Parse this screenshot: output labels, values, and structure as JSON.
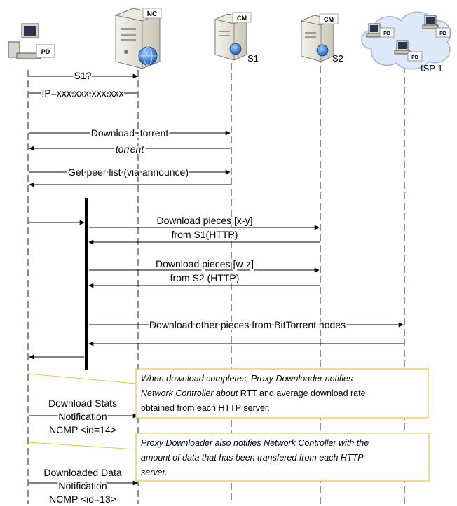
{
  "nodes": {
    "pd": {
      "label": "PD",
      "icon": "proxy-downloader-computer-icon"
    },
    "nc": {
      "label": "NC",
      "icon": "network-controller-server-icon"
    },
    "s1": {
      "label": "S1",
      "badge": "CM",
      "icon": "cache-server-icon"
    },
    "s2": {
      "label": "S2",
      "badge": "CM",
      "icon": "cache-server-icon"
    },
    "isp": {
      "label": "ISP 1",
      "peer_badge": "PD",
      "icon": "isp-cloud-icon"
    }
  },
  "messages": {
    "s1_query": "S1?",
    "ip_reply": "IP=xxx.xxx.xxx.xxx",
    "download_torrent": "Download .torrent",
    "torrent": "torrent",
    "peer_list": "Get peer list (via announce)",
    "pieces_s1_line1": "Download pieces [x-y]",
    "pieces_s1_line2": "from S1(HTTP)",
    "pieces_s2_line1": "Download pieces [w-z]",
    "pieces_s2_line2": "from S2 (HTTP)",
    "bittorrent": "Download other pieces from BitTorrent nodes",
    "stats_line1": "Download Stats",
    "stats_line2": "Notification",
    "stats_line3": "NCMP <id=14>",
    "data_line1": "Downloaded Data",
    "data_line2": "Notification",
    "data_line3": "NCMP <id=13>"
  },
  "notes": {
    "note1": {
      "line1": "When download completes, Proxy Downloader notifies",
      "line2_italic": "Network Controller about",
      "line2_plain": " RTT and average download rate",
      "line3": "obtained from each HTTP server."
    },
    "note2": {
      "line1": "Proxy Downloader also notifies Network Controller with the",
      "line2": "amount of data that has been transfered from each HTTP",
      "line3": "server."
    }
  },
  "colors": {
    "note_border": "#f0c040",
    "lifeline": "#444444",
    "arrow": "#000000",
    "pd_badge": "#2a5ab0",
    "nc_badge": "#e07020",
    "cm_badge": "#808080",
    "cloud": "#dde9f8"
  }
}
